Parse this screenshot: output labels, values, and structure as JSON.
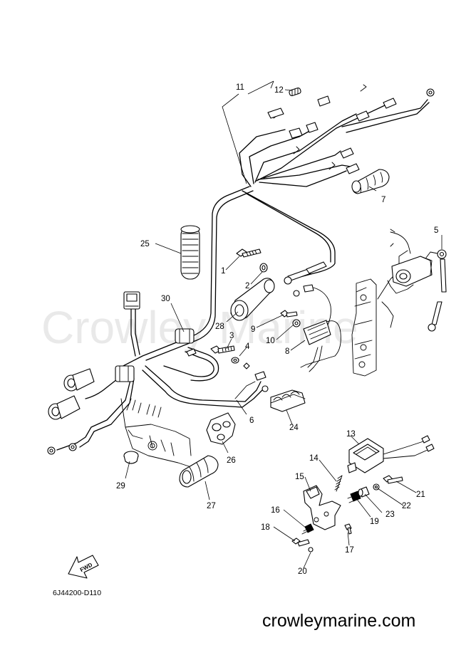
{
  "watermark": "Crowley Marine",
  "diagram_code": "6J44200-D110",
  "brand_url": "crowleymarine.com",
  "fwd_label": "FWD",
  "callouts": {
    "c1": "1",
    "c2": "2",
    "c3": "3",
    "c4": "4",
    "c5": "5",
    "c6": "6",
    "c7": "7",
    "c8": "8",
    "c9": "9",
    "c10": "10",
    "c11": "11",
    "c12": "12",
    "c13": "13",
    "c14": "14",
    "c15": "15",
    "c16": "16",
    "c17": "17",
    "c18": "18",
    "c19": "19",
    "c20": "20",
    "c21": "21",
    "c22": "22",
    "c23": "23",
    "c24": "24",
    "c25": "25",
    "c26": "26",
    "c27": "27",
    "c28": "28",
    "c29": "29",
    "c30": "30"
  }
}
